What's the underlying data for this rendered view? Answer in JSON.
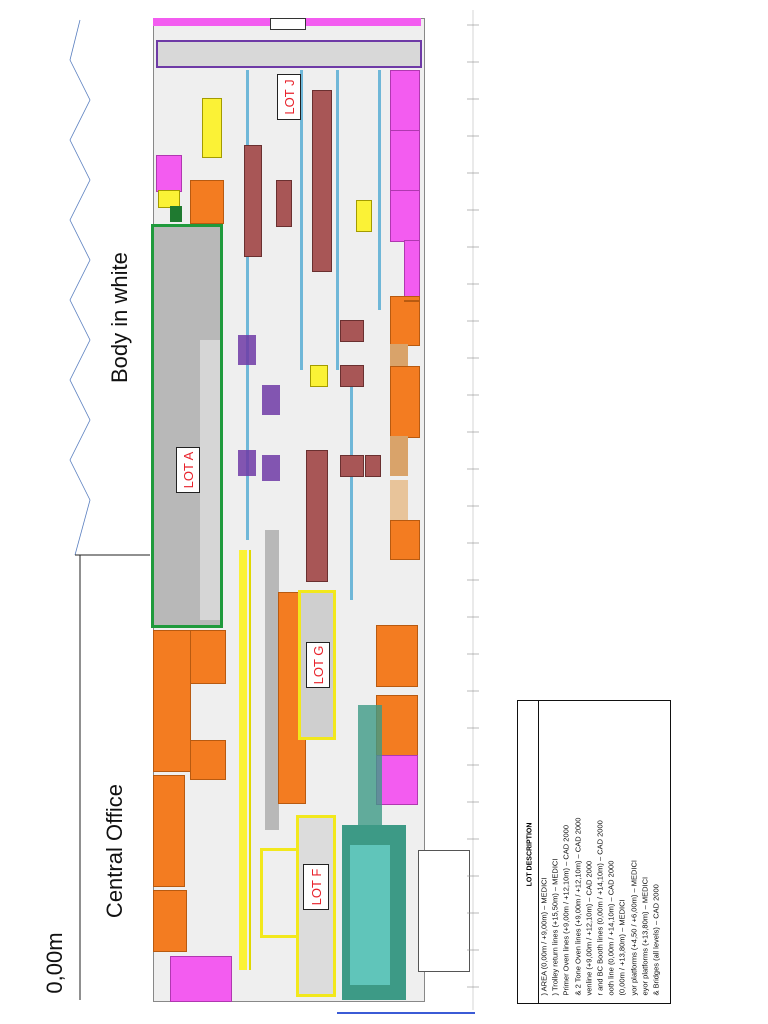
{
  "labels": {
    "body_in_white": "Body in white",
    "central_office": "Central Office",
    "level": "0,00m"
  },
  "lots": {
    "a": "LOT A",
    "g": "LOT G",
    "f": "LOT F",
    "j": "LOT J"
  },
  "legend": {
    "title": "LOT DESCRIPTION",
    "lines": [
      ") AREA (0,00m / +9,00m) – MEDICI",
      ") Trolley return lines (+15,50m) – MEDICI",
      "Primer Oven lines (+9,00m / +12,10m) – CAD 2000",
      "& 2 Tone Oven lines (+9,00m / +12,10m) – CAD 2000",
      "venline (+9,00m / +12,10m) – CAD 2000",
      "r and BC Booth lines (0,00m / +14,10m) – CAD 2000",
      "ooth line (0,00m / +14,10m) – CAD 2000",
      "(0,00m / +13,80m) – MEDICI",
      "yor platforms (+4,50 / +6,00m) – MEDICI",
      "eyor platforms (+13,80m) – MEDICI",
      "& Bridges (all levels) – CAD 2000"
    ]
  },
  "colors": {
    "lot_a_border": "#1f9a3c",
    "lot_g_border": "#f2e81c",
    "lot_f_border": "#f2e81c",
    "lot_j_border": "#6e3aa6",
    "lot_text": "#e8222b"
  }
}
